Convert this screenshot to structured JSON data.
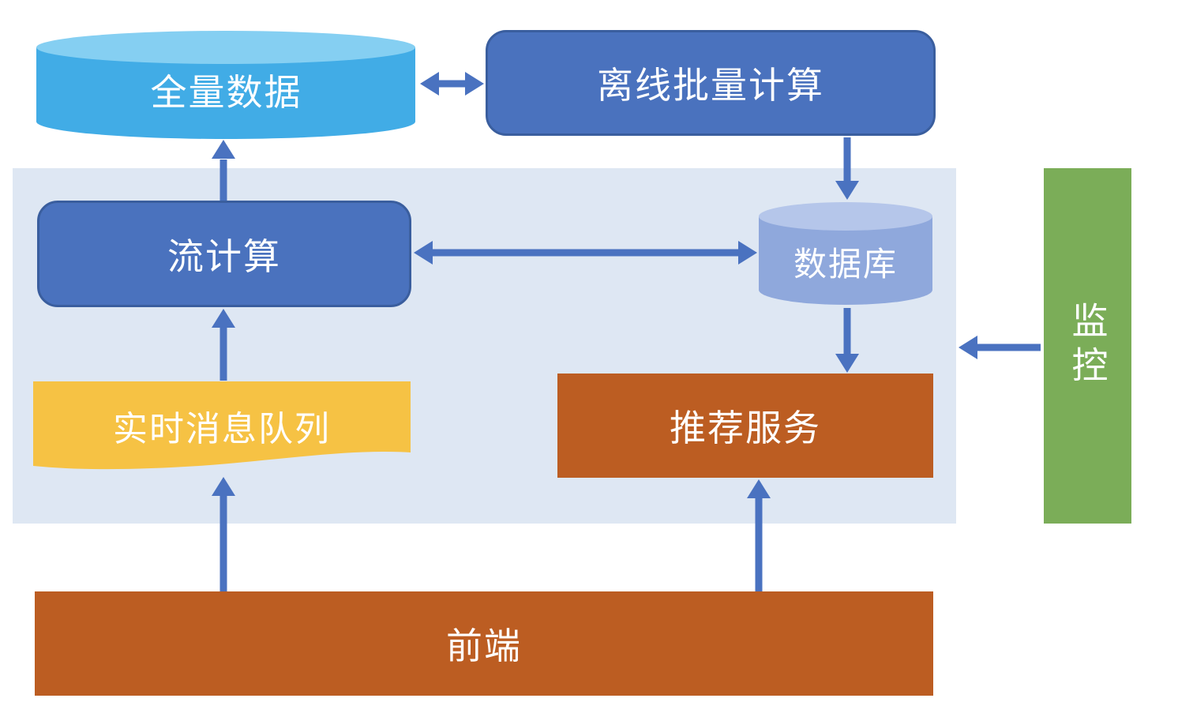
{
  "diagram": {
    "nodes": {
      "full_data": {
        "label": "全量数据"
      },
      "offline_batch": {
        "label": "离线批量计算"
      },
      "stream_compute": {
        "label": "流计算"
      },
      "database": {
        "label": "数据库"
      },
      "realtime_queue": {
        "label": "实时消息队列"
      },
      "recommend_service": {
        "label": "推荐服务"
      },
      "monitor": {
        "label": "监控"
      },
      "frontend": {
        "label": "前端"
      }
    },
    "colors": {
      "full_data_fill": "#41ACE6",
      "full_data_top": "#85CFF2",
      "blue_box_fill": "#4A72BE",
      "blue_box_border": "#3A5E9E",
      "database_fill": "#8FA8DC",
      "database_top": "#B5C6EA",
      "panel_fill": "#DEE7F3",
      "queue_fill": "#F6C244",
      "service_fill": "#BC5D22",
      "monitor_fill": "#7BAD58",
      "arrow": "#4A72C0",
      "text": "#FFFFFF"
    }
  }
}
